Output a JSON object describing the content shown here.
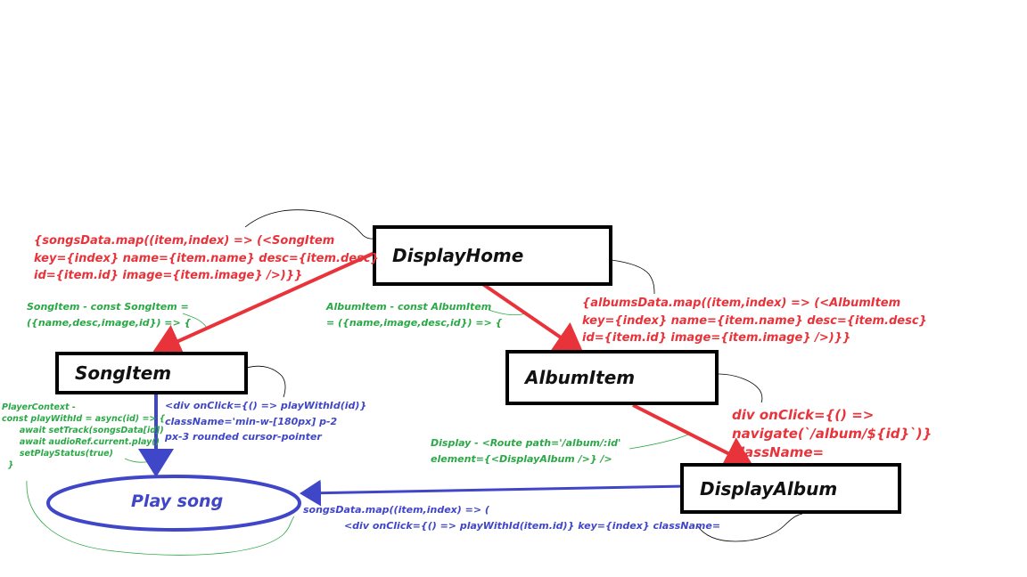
{
  "nodes": {
    "display_home": "DisplayHome",
    "song_item": "SongItem",
    "album_item": "AlbumItem",
    "display_album": "DisplayAlbum",
    "play_song": "Play song"
  },
  "annotations": {
    "songs_map": "{songsData.map((item,index) => (<SongItem\nkey={index} name={item.name} desc={item.desc}\nid={item.id} image={item.image} />)}}",
    "albums_map": "{albumsData.map((item,index) => (<AlbumItem\nkey={index} name={item.name} desc={item.desc}\nid={item.id} image={item.image} />)}}",
    "song_item_def": "SongItem - const SongItem =\n({name,desc,image,id}) => {",
    "album_item_def": "AlbumItem - const AlbumItem\n= ({name,image,desc,id}) => {",
    "album_click": "div onClick={() =>\nnavigate(`/album/${id}`)}\nclassName=",
    "song_click": "<div onClick={() => playWithId(id)}\nclassName='min-w-[180px] p-2\npx-3 rounded cursor-pointer",
    "player_context": "PlayerContext -\nconst playWithId = async(id) => {\n      await setTrack(songsData[id])\n      await audioRef.current.play()\n      setPlayStatus(true)\n  }",
    "display_route": "Display - <Route path='/album/:id'\nelement={<DisplayAlbum />} />",
    "album_songs_map": "songsData.map((item,index) => (\n            <div onClick={() => playWithId(item.id)} key={index} className="
  },
  "colors": {
    "red": "#e8333a",
    "blue": "#4046c8",
    "green": "#2aa845",
    "black": "#000000"
  }
}
